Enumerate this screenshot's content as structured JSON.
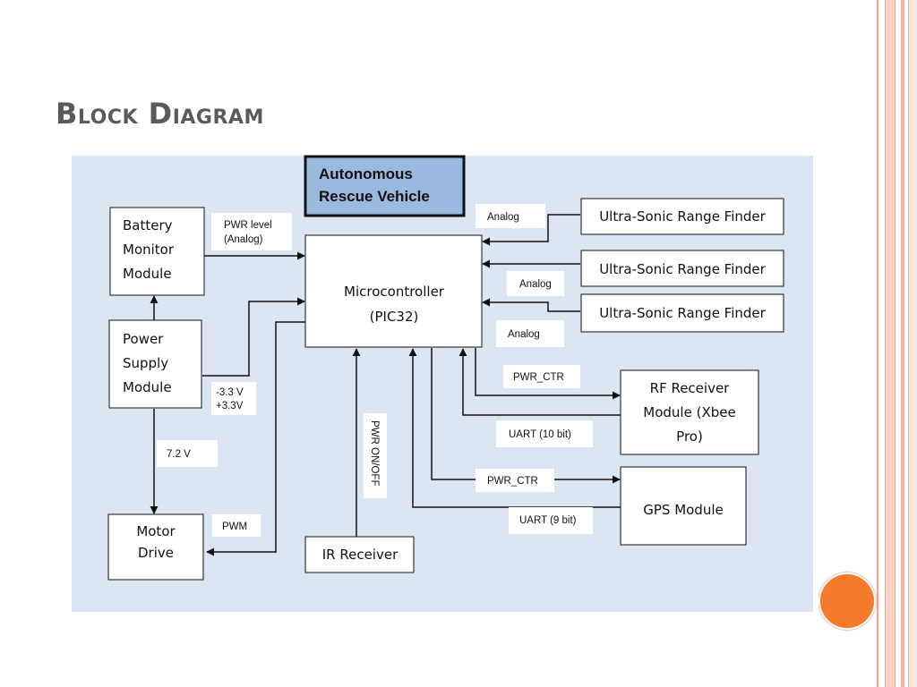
{
  "slide": {
    "title": "Block Diagram"
  },
  "diagram": {
    "title_box": {
      "line1": "Autonomous",
      "line2": "Rescue Vehicle"
    },
    "blocks": {
      "battery": [
        "Battery",
        "Monitor",
        "Module"
      ],
      "power": [
        "Power",
        "Supply",
        "Module"
      ],
      "motor": [
        "Motor",
        "Drive"
      ],
      "mcu": [
        "Microcontroller",
        "(PIC32)"
      ],
      "ir": [
        "IR Receiver"
      ],
      "us1": [
        "Ultra-Sonic Range Finder"
      ],
      "us2": [
        "Ultra-Sonic Range Finder"
      ],
      "us3": [
        "Ultra-Sonic Range Finder"
      ],
      "rf": [
        "RF Receiver",
        "Module (Xbee",
        "Pro)"
      ],
      "gps": [
        "GPS Module"
      ]
    },
    "labels": {
      "pwr_level": [
        "PWR  level",
        "(Analog)"
      ],
      "voltages": [
        "-3.3 V",
        "+3.3V"
      ],
      "v72": "7.2 V",
      "pwm": "PWM",
      "pwr_onoff": "PWR ON/OFF",
      "analog1": "Analog",
      "analog2": "Analog",
      "analog3": "Analog",
      "pwr_ctr1": "PWR_CTR",
      "uart10": "UART (10 bit)",
      "pwr_ctr2": "PWR_CTR",
      "uart9": "UART (9 bit)"
    }
  }
}
